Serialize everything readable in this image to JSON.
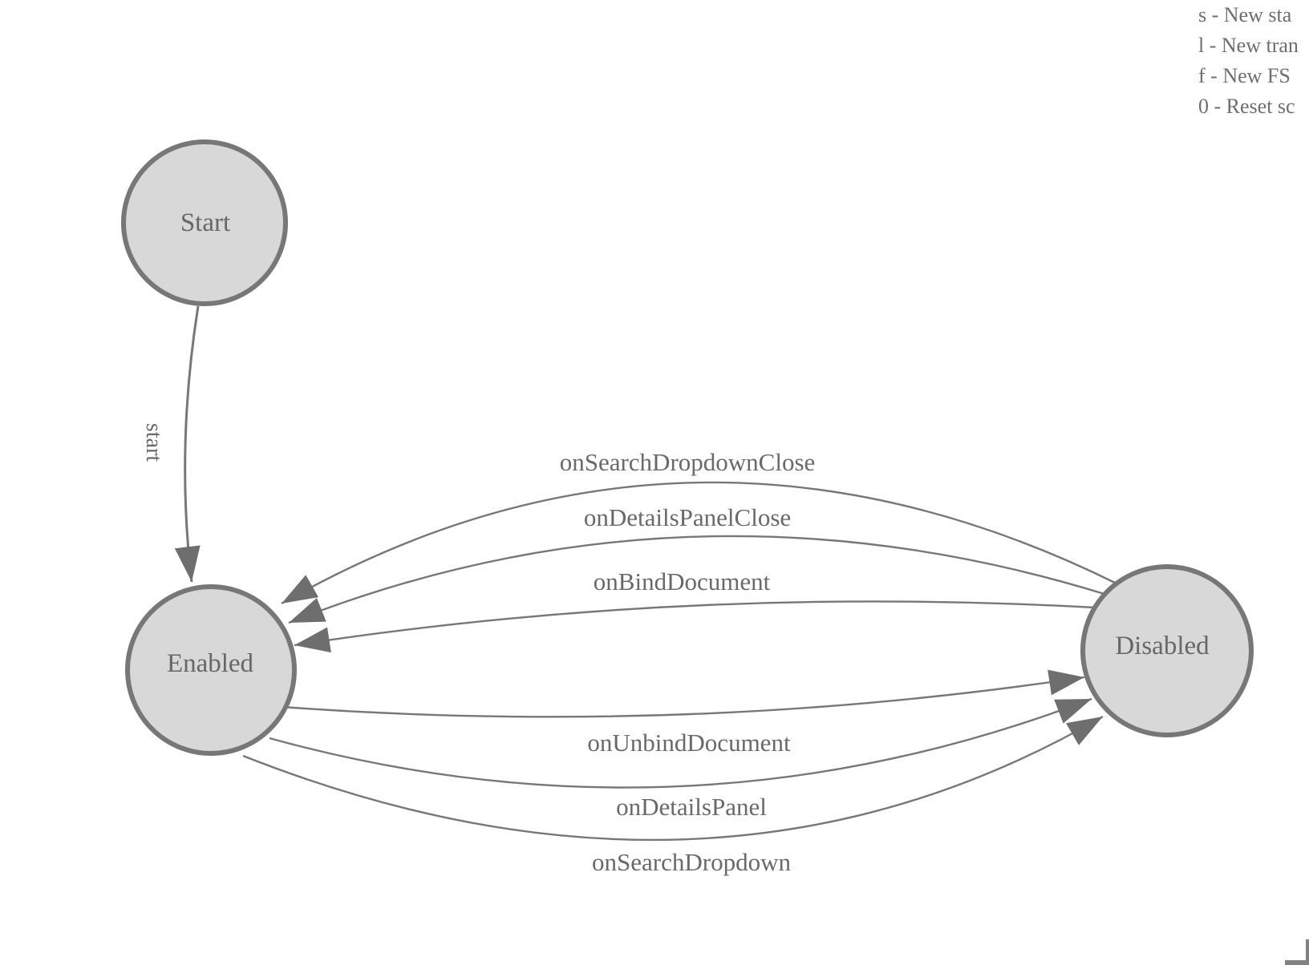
{
  "diagram": {
    "title_hint": "finite-state-machine canvas",
    "nodes": [
      {
        "id": "start",
        "label": "Start"
      },
      {
        "id": "enabled",
        "label": "Enabled"
      },
      {
        "id": "disabled",
        "label": "Disabled"
      }
    ],
    "edges": [
      {
        "label": "start",
        "from": "Start",
        "to": "Enabled"
      },
      {
        "label": "onSearchDropdownClose",
        "from": "Disabled",
        "to": "Enabled"
      },
      {
        "label": "onDetailsPanelClose",
        "from": "Disabled",
        "to": "Enabled"
      },
      {
        "label": "onBindDocument",
        "from": "Disabled",
        "to": "Enabled"
      },
      {
        "label": "onUnbindDocument",
        "from": "Enabled",
        "to": "Disabled"
      },
      {
        "label": "onDetailsPanel",
        "from": "Enabled",
        "to": "Disabled"
      },
      {
        "label": "onSearchDropdown",
        "from": "Enabled",
        "to": "Disabled"
      }
    ]
  },
  "legend": {
    "lines": [
      "s - New sta",
      "l - New tran",
      "f - New FS",
      "0 - Reset sc"
    ]
  },
  "colors": {
    "node_fill": "#d8d8d8",
    "node_stroke": "#777777",
    "edge_stroke": "#777777",
    "arrowhead": "#6e6e6e",
    "label_text": "#696969",
    "background": "#ffffff"
  }
}
